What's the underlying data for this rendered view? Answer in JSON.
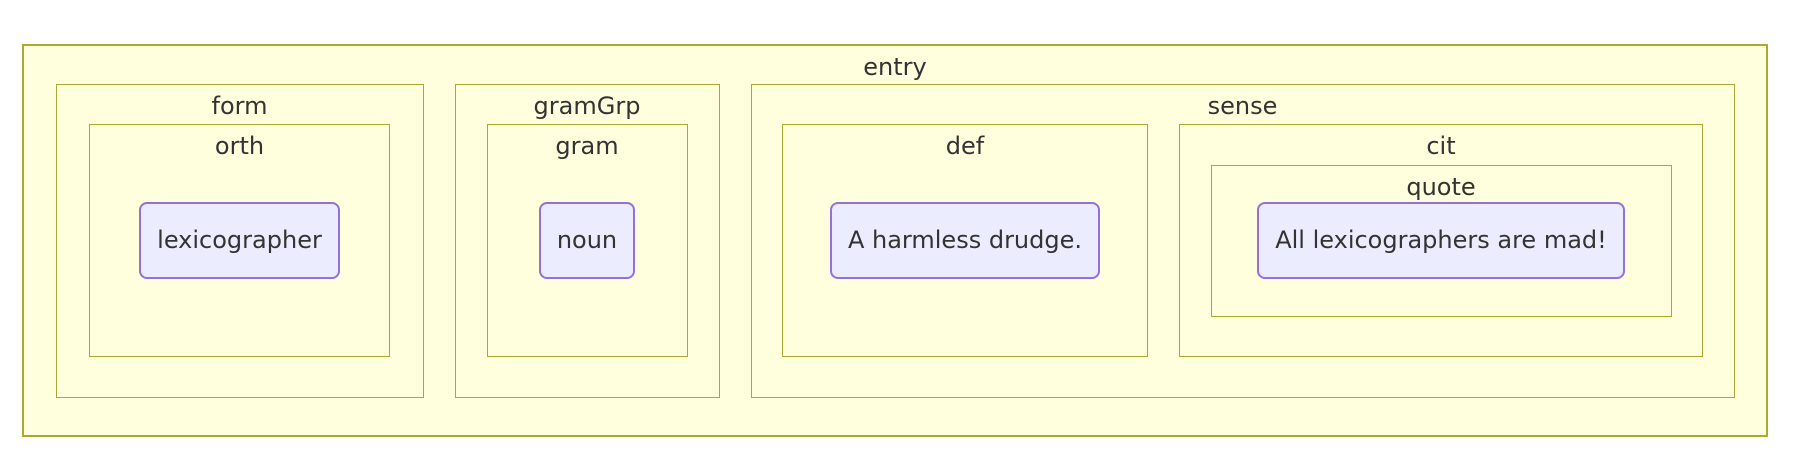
{
  "colors": {
    "background": "#ffffff",
    "cluster_fill": "#ffffde",
    "cluster_border": "#aaaa33",
    "node_fill": "#ececff",
    "node_border": "#9370db",
    "text": "#333333"
  },
  "tree": {
    "label": "entry",
    "children": [
      {
        "label": "form",
        "children": [
          {
            "label": "orth",
            "node": "lexicographer"
          }
        ]
      },
      {
        "label": "gramGrp",
        "children": [
          {
            "label": "gram",
            "node": "noun"
          }
        ]
      },
      {
        "label": "sense",
        "children": [
          {
            "label": "def",
            "node": "A harmless drudge."
          },
          {
            "label": "cit",
            "children": [
              {
                "label": "quote",
                "node": "All lexicographers are mad!"
              }
            ]
          }
        ]
      }
    ]
  }
}
